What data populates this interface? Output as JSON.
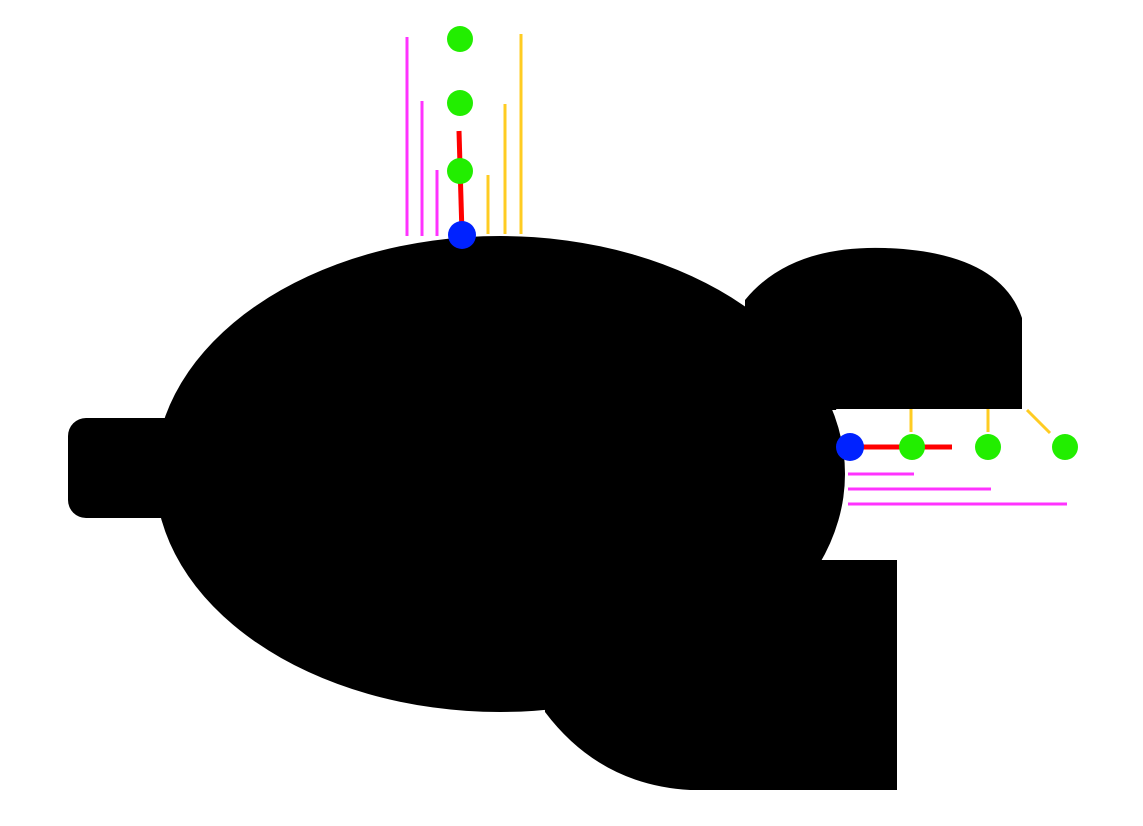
{
  "colors": {
    "background": "#ffffff",
    "shape": "#000000",
    "anchor": "#0022ff",
    "node": "#22ee00",
    "connector": "#ff0000",
    "guide_magenta": "#ff33ff",
    "guide_yellow": "#ffcc22"
  },
  "parts": [
    {
      "name": "main-ellipse",
      "kind": "ellipse"
    },
    {
      "name": "left-handle",
      "kind": "rounded-rect"
    },
    {
      "name": "top-right-dome",
      "kind": "dome"
    },
    {
      "name": "bottom-right-block",
      "kind": "rounded-block"
    },
    {
      "name": "white-notch",
      "kind": "cutout"
    }
  ],
  "vertical_marker_group": {
    "anchor_count": 1,
    "node_count": 3
  },
  "horizontal_marker_group": {
    "anchor_count": 1,
    "node_count": 3
  }
}
